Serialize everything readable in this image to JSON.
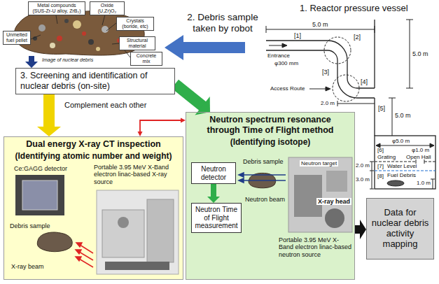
{
  "diagram": {
    "nodes": [
      {
        "text": [
          "Metal compounds (SUS-Zr-U alloy, ZrB₂)"
        ]
      },
      {
        "text": [
          "Oxide (U,Zr)O₂"
        ]
      },
      {
        "text": [
          "Crystals (boride, etc)"
        ]
      },
      {
        "text": [
          "Unmelted fuel pellet"
        ]
      },
      {
        "text": [
          "Structural material"
        ]
      },
      {
        "text": [
          "Concrete mix"
        ]
      },
      {
        "text": [
          "3. Screening and identification of nuclear debris (on-site)"
        ]
      },
      {
        "text": [
          "Dual energy X-ray CT inspection",
          "(Identifying atomic number and weight)"
        ]
      },
      {
        "text": [
          "Neutron spectrum resonance through Time of Flight method",
          "(Identifying isotope)"
        ]
      },
      {
        "text": [
          "Neutron detector"
        ],
        "in": 8
      },
      {
        "text": [
          "Neutron Time of Flight measurement"
        ],
        "in": 8
      },
      {
        "text": [
          "Data for nuclear debris activity mapping"
        ]
      }
    ],
    "edges": [
      {
        "from": 6,
        "to": 7,
        "arrow": "to"
      },
      {
        "from": 6,
        "to": 8,
        "arrow": "to"
      },
      {
        "from": 7,
        "to": 8,
        "label": "Complement each other",
        "arrow": "both"
      },
      {
        "from": 9,
        "to": 10,
        "arrow": "to"
      },
      {
        "from": 8,
        "to": 11,
        "arrow": "to"
      }
    ],
    "labels": [
      "Image of nuclear debris",
      "2. Debris sample taken by robot",
      "1. Reactor pressure vessel",
      "5.0 m",
      "[1]",
      "[2]",
      "Entrance",
      "φ300 mm",
      "[3]",
      "Access Route",
      "5.0 m",
      "[4]",
      "2.0 m",
      "5.0 m",
      "[5]",
      "φ5.0 m",
      "[6]",
      "φ1.0 m",
      "Open Hall",
      "Grating",
      "[7]",
      "2.0 m",
      "3.0 m",
      "Water Level",
      "[8]",
      "Fuel Debris",
      "1.0 m",
      "Ce:GAGG detector",
      "Portable 3.95 MeV X-Band electron linac-based X-ray source",
      "Debris sample",
      "X-ray beam",
      "Debris sample",
      "Neutron beam",
      "Neutron target",
      "X-ray head",
      "Portable 3.95 MeV X-Band electron linac-based neutron source"
    ]
  }
}
